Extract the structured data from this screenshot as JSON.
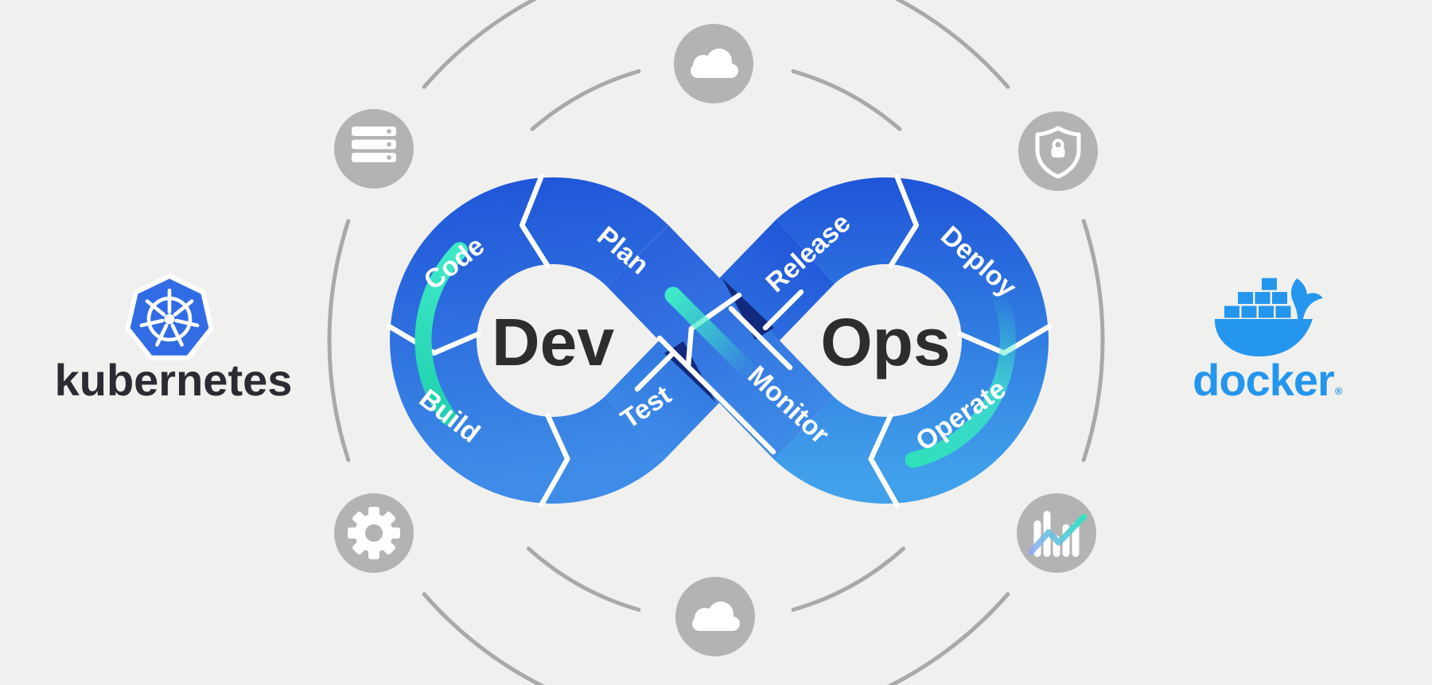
{
  "scene": {
    "background": "#f0f0ee"
  },
  "loop": {
    "dev_label": "Dev",
    "ops_label": "Ops",
    "stages": [
      {
        "label": "Plan"
      },
      {
        "label": "Code"
      },
      {
        "label": "Build"
      },
      {
        "label": "Test"
      },
      {
        "label": "Release"
      },
      {
        "label": "Deploy"
      },
      {
        "label": "Operate"
      },
      {
        "label": "Monitor"
      }
    ],
    "colors": {
      "ribbon_deep_blue": "#2056d8",
      "ribbon_mid_blue": "#2e6fe0",
      "ribbon_light_blue": "#41a0ea",
      "band_blue_a": "#2a60dc",
      "band_blue_b": "#3e8ce7",
      "crossing_shadow_navy": "#13297e",
      "accent_teal": "#3fe9c8",
      "accent_teal_deep": "#1fd0ad",
      "stage_label": "#ffffff",
      "center_label": "#2d2d2e"
    }
  },
  "brands": {
    "kubernetes": {
      "name": "kubernetes",
      "logo_color": "#326ce5",
      "wordmark_color": "#2b2c33"
    },
    "docker": {
      "name": "docker",
      "trademark_symbol": "®",
      "logo_color": "#2496ed"
    }
  },
  "orbit": {
    "line_color": "#a9a9a9",
    "icon_circle_color": "#b3b3b3",
    "icon_glyph_color": "#ffffff",
    "icons": [
      {
        "name": "server-icon"
      },
      {
        "name": "cloud-icon-top"
      },
      {
        "name": "shield-lock-icon"
      },
      {
        "name": "gear-icon"
      },
      {
        "name": "cloud-icon-bottom"
      },
      {
        "name": "bar-chart-trend-icon"
      }
    ]
  }
}
